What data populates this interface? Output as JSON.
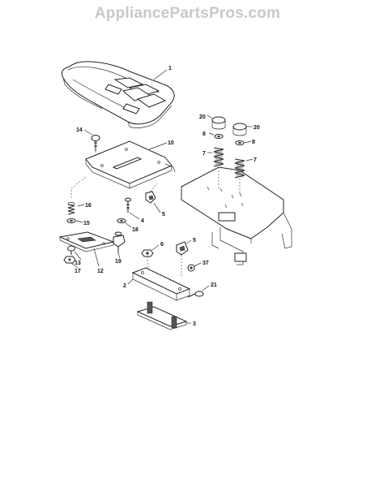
{
  "watermark": "AppliancePartsPros.com",
  "callouts": {
    "c1": "1",
    "c10": "10",
    "c14": "14",
    "c16": "16",
    "c15": "15",
    "c4": "4",
    "c5a": "5",
    "c18": "18",
    "c19": "19",
    "c13": "13",
    "c12": "12",
    "c17": "17",
    "c6": "6",
    "c5b": "5",
    "c37": "37",
    "c2": "2",
    "c21": "21",
    "c3": "3",
    "c20a": "20",
    "c20b": "20",
    "c8a": "8",
    "c8b": "8",
    "c7a": "7",
    "c7b": "7"
  }
}
